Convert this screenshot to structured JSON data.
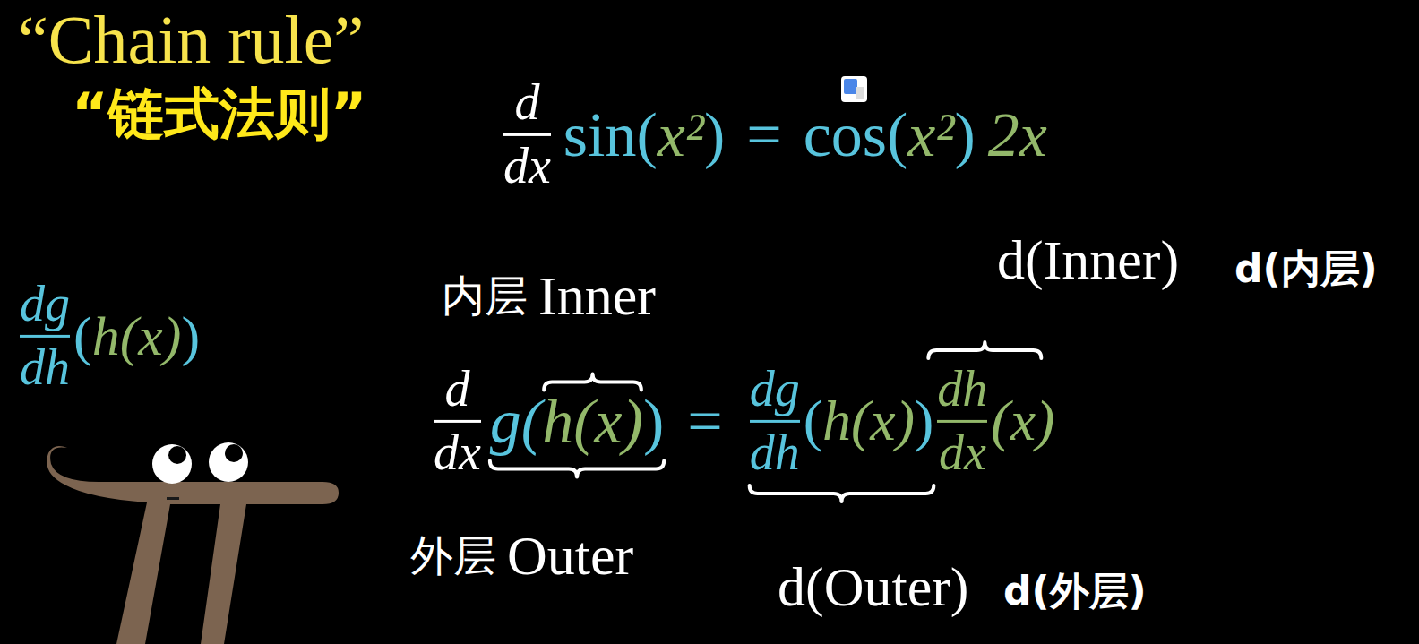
{
  "diagram": {
    "title": "“Chain rule”",
    "labels": [
      "“链式法则”",
      "d",
      "dx",
      "sin(",
      "x²",
      ")",
      "=",
      "cos(",
      "x²",
      ")",
      "2x",
      "dg",
      "dh",
      "(",
      "h(x)",
      ")",
      "内层",
      "Inner",
      "d",
      "dx",
      "g(",
      "h(x)",
      ")",
      "=",
      "dg",
      "dh",
      "(",
      "h(x)",
      ")",
      "dh",
      "dx",
      "(x)",
      "外层",
      "Outer",
      "d(Inner)",
      "d(内层)",
      "d(Outer)",
      "d(外层)"
    ]
  }
}
